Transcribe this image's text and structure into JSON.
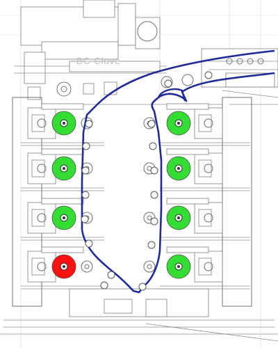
{
  "watermark": "BG Clave",
  "colors": {
    "web_path": "#1f2a99",
    "active_roll": "#33dd33",
    "fault_roll": "#ff1111",
    "line_art": "#7a7a7a",
    "background": "#ffffff"
  },
  "stations": {
    "left_column": [
      {
        "status": "active"
      },
      {
        "status": "active"
      },
      {
        "status": "active"
      },
      {
        "status": "fault"
      }
    ],
    "right_column": [
      {
        "status": "active"
      },
      {
        "status": "active"
      },
      {
        "status": "active"
      },
      {
        "status": "active"
      }
    ]
  },
  "icons": {
    "roll_marker": "circle-roll-icon",
    "idler_roller": "idler-roller-icon"
  }
}
